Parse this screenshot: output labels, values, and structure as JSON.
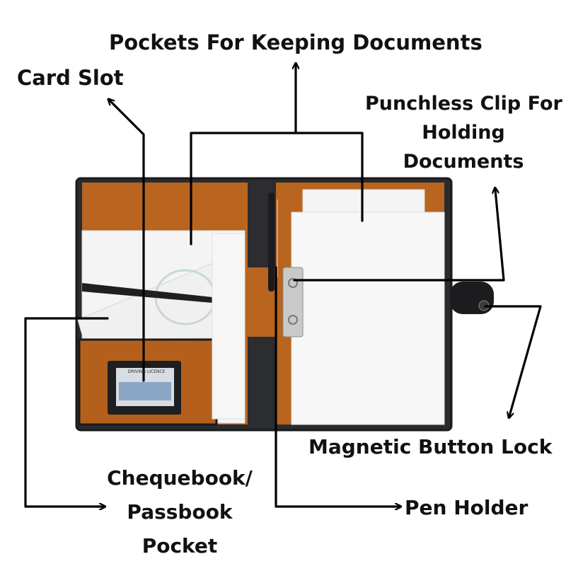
{
  "labels": {
    "pockets": "Pockets For Keeping  Documents",
    "card_slot": "Card Slot",
    "clip_line1": "Punchless Clip For",
    "clip_line2": "Holding",
    "clip_line3": "Documents",
    "lock": "Magnetic Button Lock",
    "cheque_line1": "Chequebook/",
    "cheque_line2": "Passbook",
    "cheque_line3": "Pocket",
    "pen": "Pen Holder"
  },
  "card_text": "DRIVING LICENCE",
  "colors": {
    "leather": "#2a2b2e",
    "leather_edge": "#1a1b1d",
    "lining": "#b9641f",
    "paper": "#f7f7f7",
    "arrow": "#000000",
    "text": "#111111"
  }
}
